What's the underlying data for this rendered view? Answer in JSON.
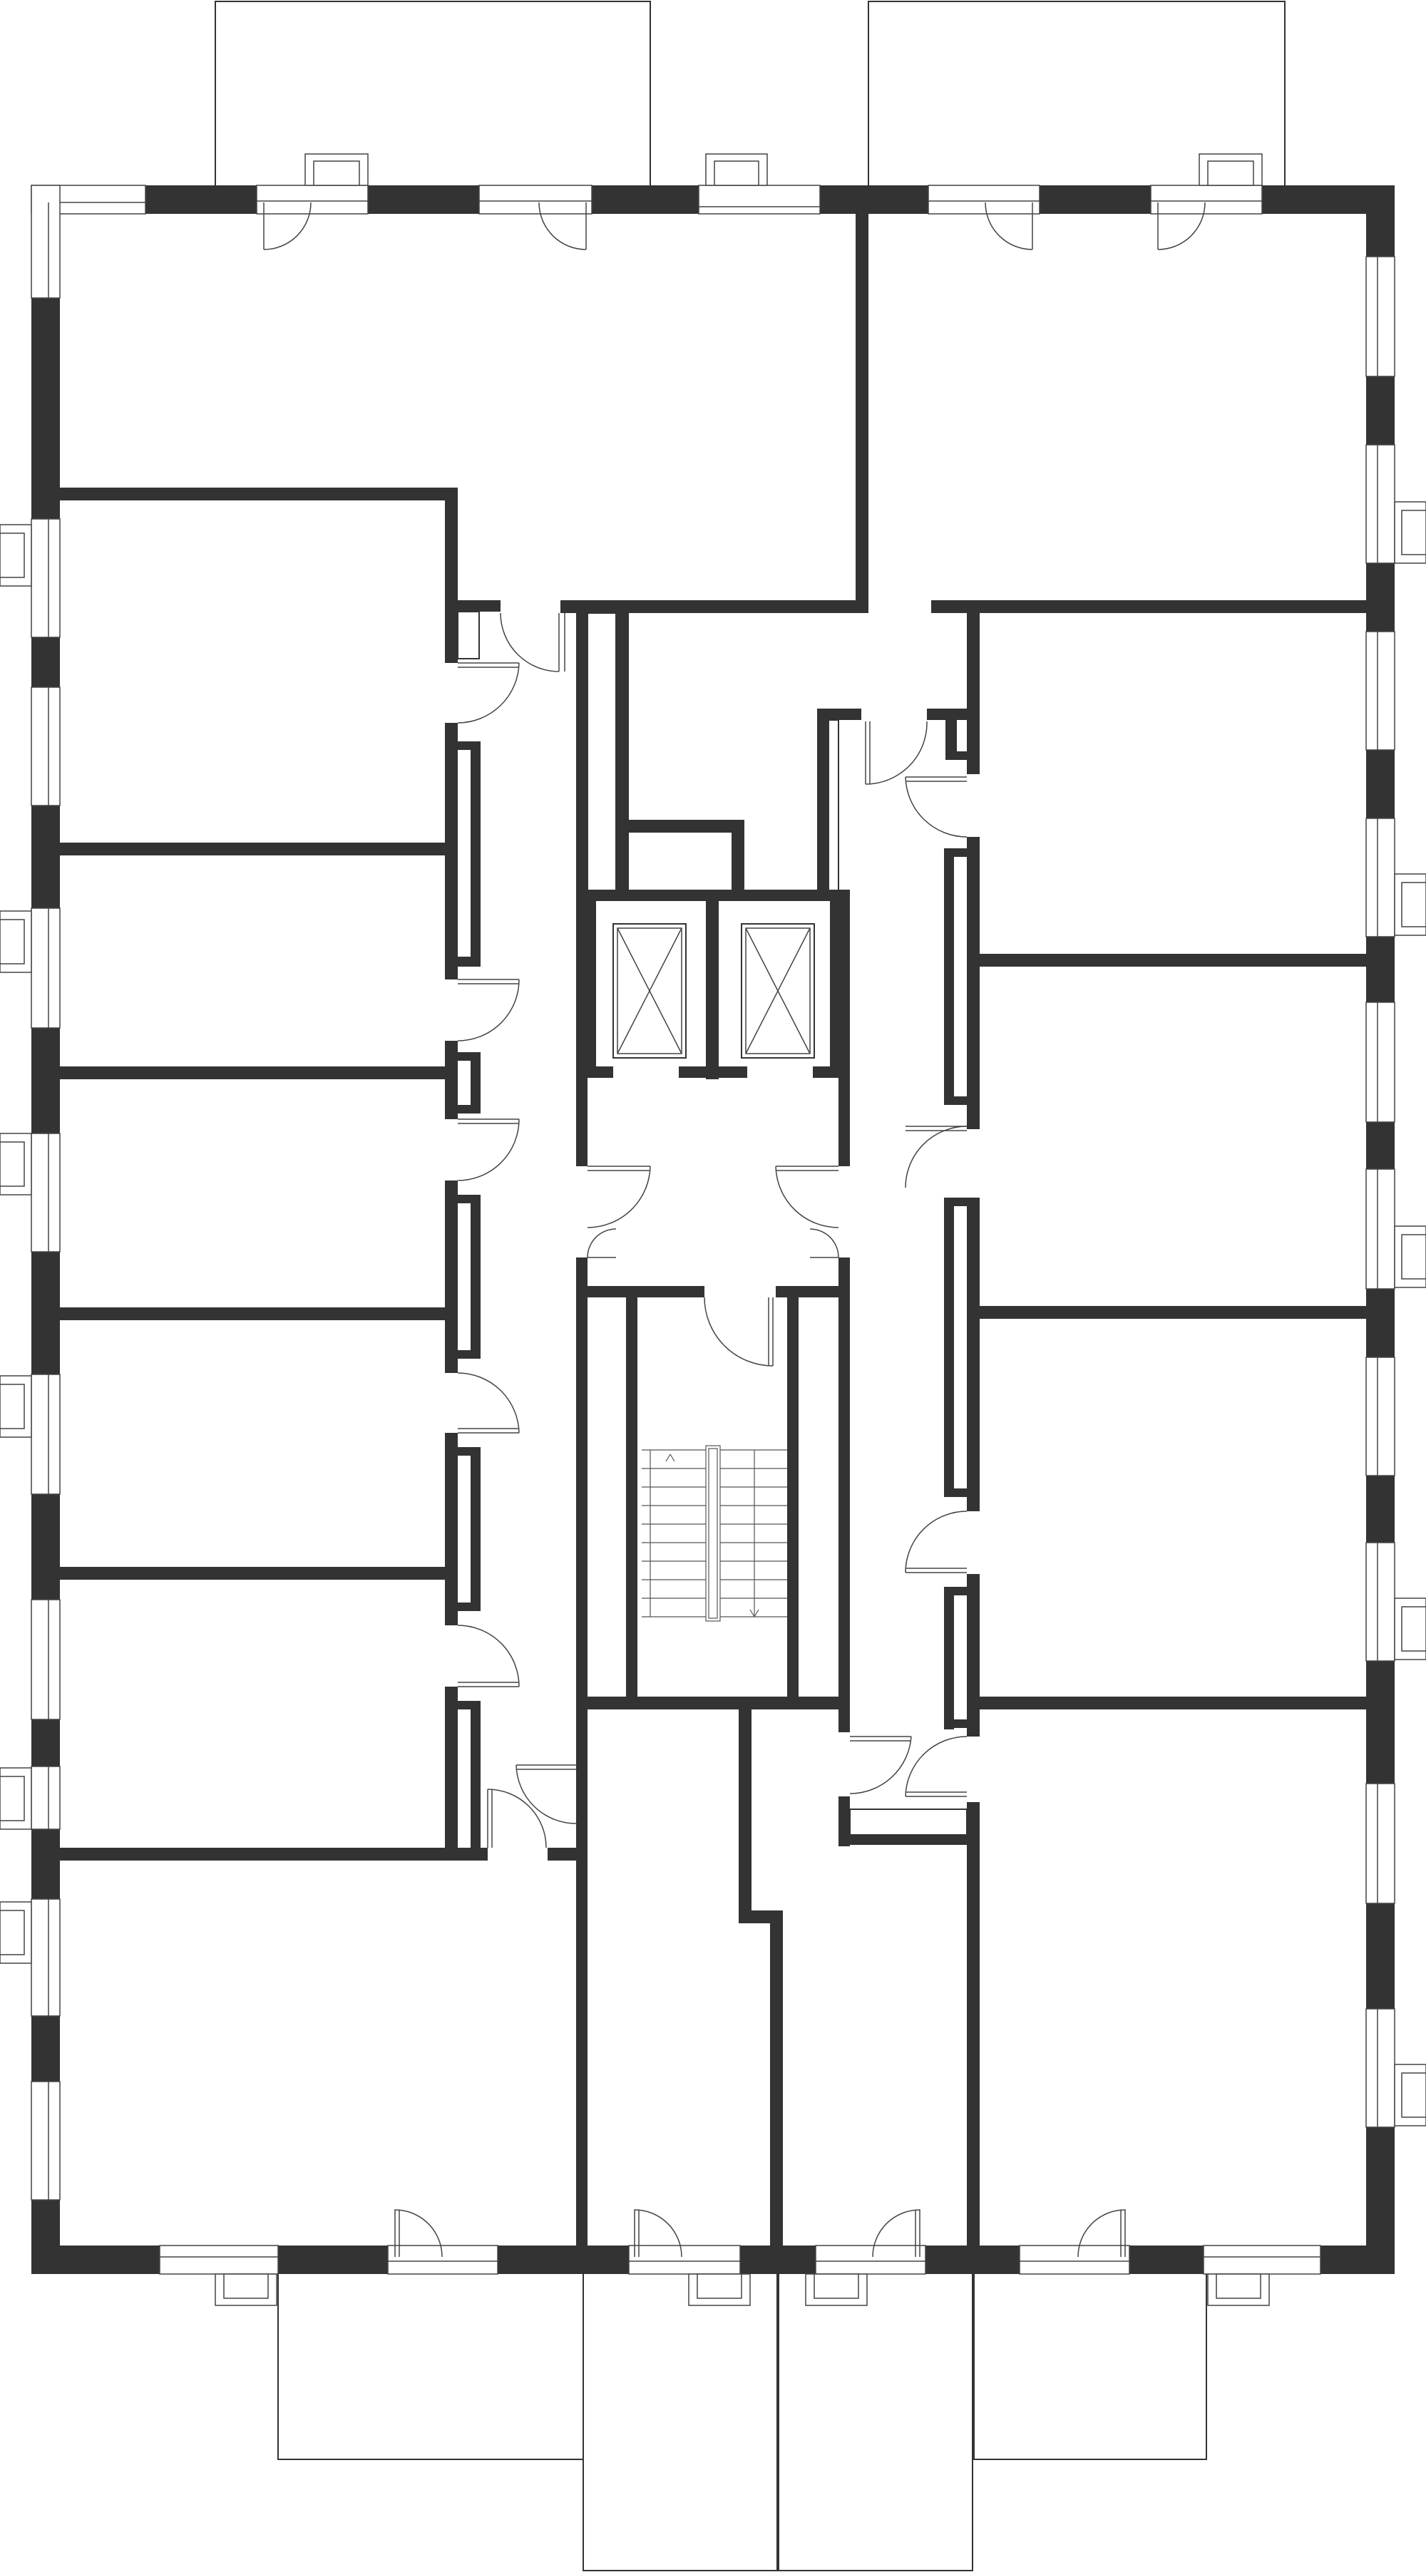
{
  "plan": {
    "colors": {
      "wall": "#333333",
      "line": "#444444",
      "background": "#ffffff"
    },
    "elements": {
      "elevators": 2,
      "stair_flights": 1,
      "balconies": 6
    }
  }
}
